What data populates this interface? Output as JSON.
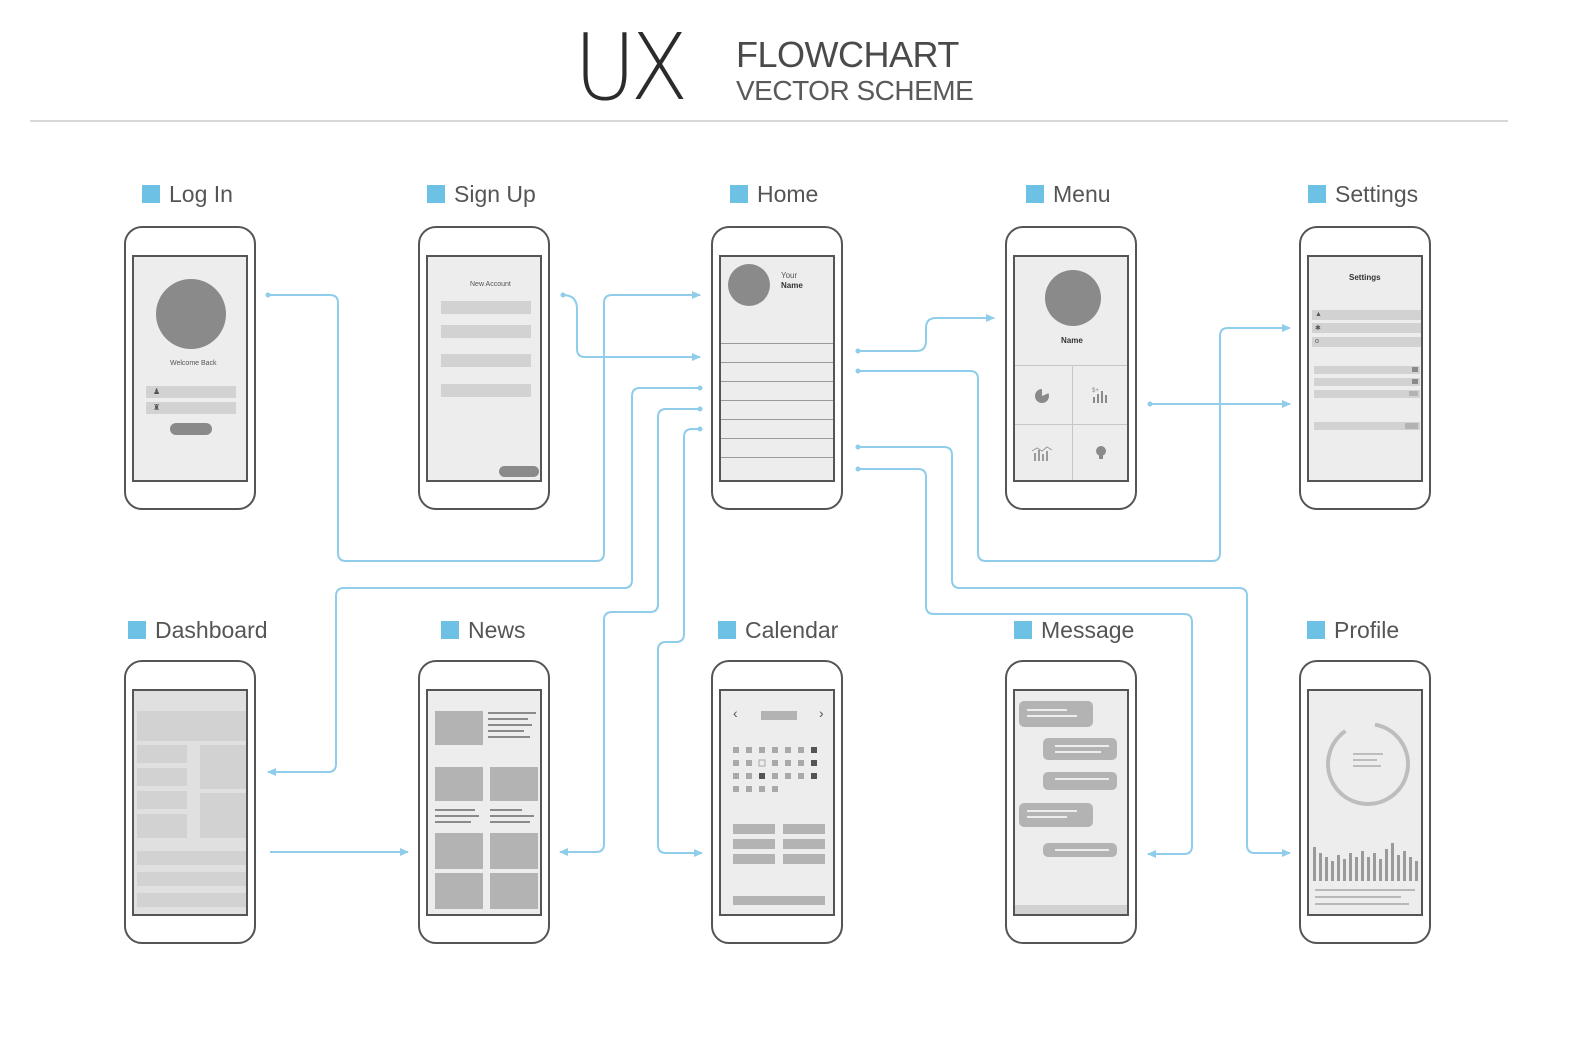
{
  "header": {
    "big": "UX",
    "title": "FLOWCHART",
    "subtitle": "VECTOR SCHEME"
  },
  "screens": {
    "login": {
      "label": "Log In",
      "welcome": "Welcome Back"
    },
    "signup": {
      "label": "Sign Up",
      "heading": "New Account"
    },
    "home": {
      "label": "Home",
      "your": "Your",
      "name": "Name"
    },
    "menu": {
      "label": "Menu",
      "name": "Name"
    },
    "settings": {
      "label": "Settings",
      "heading": "Settings"
    },
    "dashboard": {
      "label": "Dashboard"
    },
    "news": {
      "label": "News"
    },
    "calendar": {
      "label": "Calendar",
      "prev": "‹",
      "next": "›"
    },
    "message": {
      "label": "Message"
    },
    "profile": {
      "label": "Profile"
    }
  },
  "colors": {
    "accent": "#6cc1e4",
    "connector": "#8fcdea",
    "outline": "#555555",
    "screen_bg": "#ededed",
    "placeholder": "#d2d2d2",
    "avatar": "#8a8a8a"
  }
}
